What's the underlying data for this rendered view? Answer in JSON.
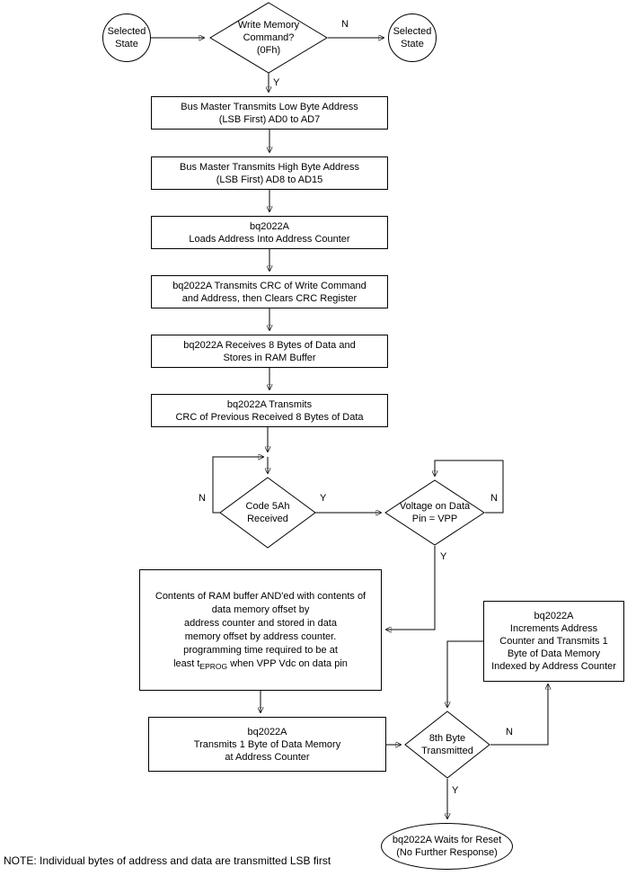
{
  "note": "NOTE: Individual bytes of address and data are transmitted LSB first",
  "edge_labels": {
    "cmd_n": "N",
    "cmd_y": "Y",
    "code_n": "N",
    "code_y": "Y",
    "vpp_n": "N",
    "vpp_y": "Y",
    "byte8_n": "N",
    "byte8_y": "Y"
  },
  "nodes": {
    "start_state": {
      "lines": [
        "Selected",
        "State"
      ]
    },
    "cmd_check": {
      "lines": [
        "Write Memory",
        "Command?",
        "(0Fh)"
      ]
    },
    "return_state": {
      "lines": [
        "Selected",
        "State"
      ]
    },
    "tx_low_addr": {
      "lines": [
        "Bus Master Transmits Low Byte Address",
        "(LSB First) AD0 to AD7"
      ]
    },
    "tx_high_addr": {
      "lines": [
        "Bus Master Transmits High Byte Address",
        "(LSB First) AD8 to AD15"
      ]
    },
    "load_addr": {
      "lines": [
        "bq2022A",
        "Loads Address Into Address Counter"
      ]
    },
    "tx_crc_cmd": {
      "lines": [
        "bq2022A Transmits CRC of Write Command",
        "and Address,  then Clears CRC Register"
      ]
    },
    "rx_data": {
      "lines": [
        "bq2022A Receives 8 Bytes of Data and",
        "Stores in RAM Buffer"
      ]
    },
    "tx_crc_data": {
      "lines": [
        "bq2022A Transmits",
        "CRC of Previous Received 8 Bytes of Data"
      ]
    },
    "code_check": {
      "lines": [
        "Code 5Ah",
        "Received"
      ]
    },
    "vpp_check": {
      "lines": [
        "Voltage on Data",
        "Pin = VPP"
      ]
    },
    "program": {
      "lines": [
        "Contents of RAM buffer AND'ed with contents of",
        "data memory offset  by",
        "address counter and stored in data",
        "memory offset  by address counter.",
        "programming time required to be at"
      ],
      "t_prefix": "least t",
      "t_sub": "EPROG",
      "t_suffix": " when VPP Vdc on data pin"
    },
    "tx_byte": {
      "lines": [
        "bq2022A",
        "Transmits 1 Byte of Data Memory",
        "at Address Counter"
      ]
    },
    "byte8_check": {
      "lines": [
        "8th Byte",
        "Transmitted"
      ]
    },
    "increment": {
      "lines": [
        "bq2022A",
        "Increments Address",
        "Counter and Transmits 1",
        "Byte of Data Memory",
        "Indexed by Address Counter"
      ]
    },
    "wait_reset": {
      "lines": [
        "bq2022A  Waits for Reset",
        "(No Further Response)"
      ]
    }
  }
}
